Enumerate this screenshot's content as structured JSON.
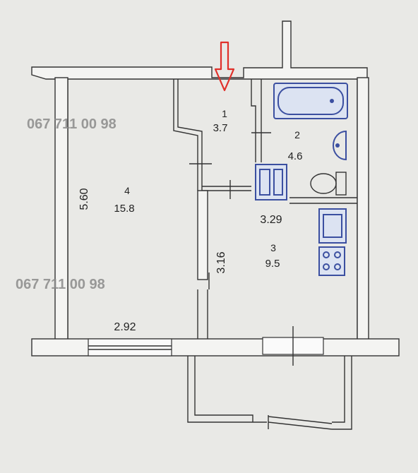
{
  "rooms": [
    {
      "number": "1",
      "area": "3.7"
    },
    {
      "number": "2",
      "area": "4.6"
    },
    {
      "number": "3",
      "area": "9.5"
    },
    {
      "number": "4",
      "area": "15.8"
    }
  ],
  "dimensions": {
    "room4_length": "5.60",
    "room4_width": "2.92",
    "room3_length": "3.16",
    "room3_width": "3.29"
  },
  "watermarks": [
    "067 711 00 98",
    "067 711 00 98"
  ],
  "colors": {
    "entrance_arrow": "#e0302a",
    "fixtures": "#3b4fa0",
    "walls": "#333333"
  },
  "icons": [
    "entrance-arrow-icon",
    "bathtub-icon",
    "sink-icon",
    "toilet-icon",
    "washing-machine-icon",
    "kitchen-sink-icon",
    "stove-icon"
  ]
}
